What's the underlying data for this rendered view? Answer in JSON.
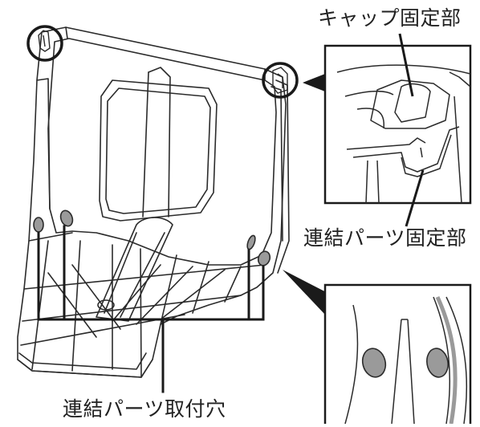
{
  "labels": {
    "cap_fixing_part": "キャップ固定部",
    "connecting_part_fixing_part": "連結パーツ固定部",
    "connecting_part_mounting_holes": "連結パーツ取付穴"
  },
  "colors": {
    "line": "#2b2b2b",
    "hole_fill": "#9a9a9a",
    "outline": "#1a1a1a",
    "background": "#ffffff"
  },
  "icons": [
    "tray-body-illustration",
    "zoom-callout-cap",
    "zoom-callout-holes"
  ]
}
